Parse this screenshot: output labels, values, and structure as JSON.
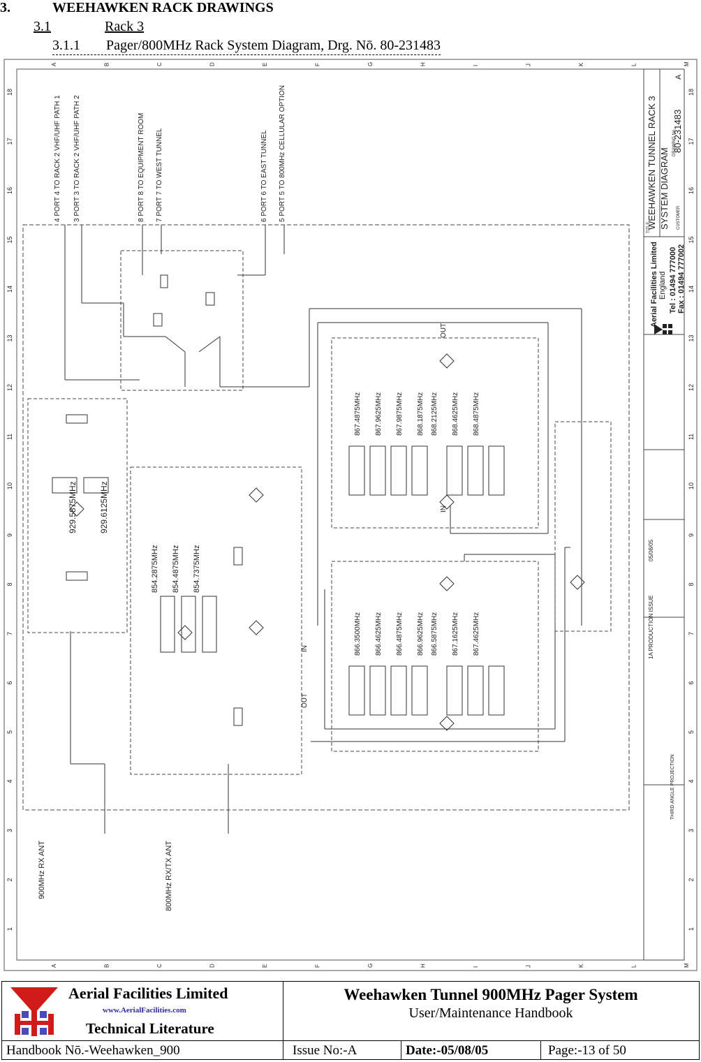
{
  "heading": {
    "h1_number": "3.",
    "h1_text": "WEEHAWKEN RACK DRAWINGS",
    "h2_number": "3.1",
    "h2_text": "Rack 3",
    "h3_number": "3.1.1",
    "h3_text": "Pager/800MHz Rack System Diagram, Drg. Nō. 80-231483"
  },
  "drawing": {
    "col_letters": [
      "A",
      "B",
      "C",
      "D",
      "E",
      "F",
      "G",
      "H",
      "I",
      "J",
      "K",
      "L",
      "M"
    ],
    "row_numbers": [
      "18",
      "17",
      "16",
      "15",
      "14",
      "13",
      "12",
      "11",
      "10",
      "9",
      "8",
      "7",
      "6",
      "5",
      "4",
      "3",
      "2",
      "1"
    ],
    "ports_top": [
      "4 PORT 4 TO RACK 2 VHF/UHF PATH 1",
      "3 PORT 3 TO RACK 2 VHF/UHF PATH 2",
      "8 PORT 8 TO EQUIPMENT ROOM",
      "7 PORT 7 TO WEST TUNNEL",
      "6 PORT 6 TO EAST TUNNEL",
      "5 PORT 5 TO 800MHz CELLULAR OPTION"
    ],
    "ant_1": "900MHz RX ANT",
    "ant_2": "800MHz RX/TX ANT",
    "freqs_pager": [
      "929.5875MHz",
      "929.6125MHz"
    ],
    "freqs_800_a": [
      "854.2875MHz",
      "854.4875MHz",
      "854.7375MHz"
    ],
    "freqs_800_b": [
      "867.4875MHz",
      "867.9625MHz",
      "867.9875MHz",
      "868.1875MHz",
      "868.2125MHz",
      "868.4625MHz",
      "868.4875MHz"
    ],
    "freqs_800_c": [
      "866.3500MHz",
      "866.4625MHz",
      "866.4875MHz",
      "866.9625MHz",
      "866.5875MHz",
      "867.1625MHz",
      "867.4625MHz"
    ],
    "io_labels": [
      "IN",
      "OUT",
      "IN",
      "OUT"
    ],
    "title_block": {
      "title_label": "TITLE",
      "title_line_1": "WEEHAWKEN TUNNEL RACK 3",
      "title_line_2": "SYSTEM DIAGRAM",
      "drawing_no_label": "DRAWING No.",
      "drawing_no": "80-231483",
      "issue": "A",
      "company": "Aerial Facilities Limited",
      "country": "England",
      "tel": "Tel : 01494 777000",
      "fax": "Fax : 01494 777002",
      "customer_label": "CUSTOMER",
      "issue_note": "1A  PRODUCTION ISSUE",
      "date": "05/08/05",
      "projection": "THIRD ANGLE PROJECTION"
    }
  },
  "footer": {
    "logo_company": "Aerial  Facilities  Limited",
    "logo_web": "www.AerialFacilities.com",
    "logo_tech": "Technical Literature",
    "title": "Weehawken Tunnel 900MHz Pager System",
    "subtitle": "User/Maintenance Handbook",
    "handbook": "Handbook Nō.-Weehawken_900",
    "issue": "Issue No:-A",
    "date": "Date:-05/08/05",
    "page": "Page:-13 of 50"
  }
}
